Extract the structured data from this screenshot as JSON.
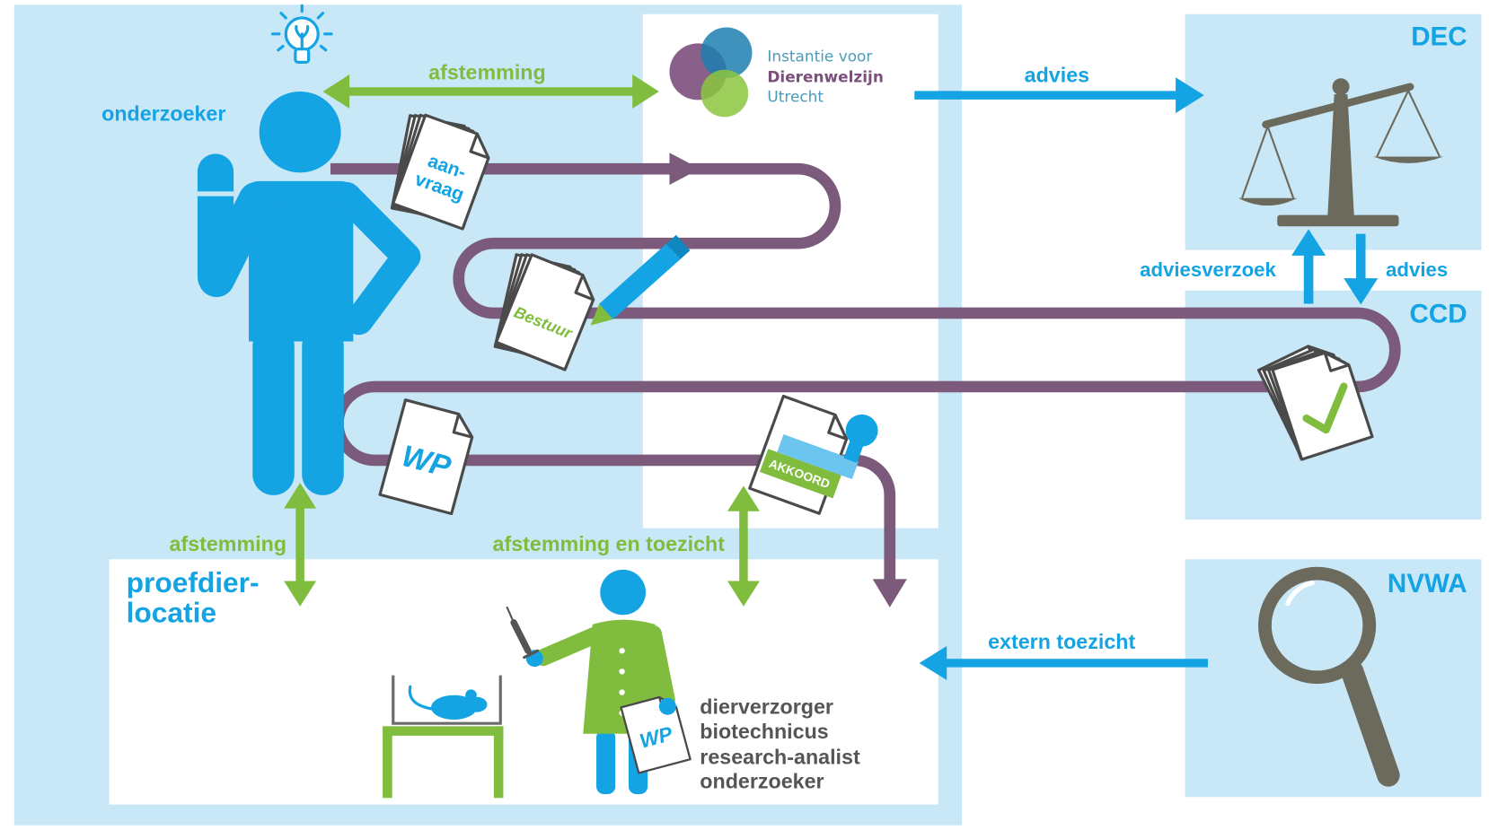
{
  "colors": {
    "background_light_blue": "#c8e8f8",
    "blue": "#14a3e3",
    "green": "#80bc3d",
    "purple": "#7b5a7b",
    "gray_text": "#555555",
    "gray_icon": "#6c6a5c"
  },
  "header_logo": {
    "line1": "Instantie voor",
    "line2": "Dierenwelzijn",
    "line3": "Utrecht"
  },
  "researcher": {
    "label": "onderzoeker"
  },
  "flows": {
    "afstemming_top": "afstemming",
    "advies_to_dec": "advies",
    "adviesverzoek": "adviesverzoek",
    "advies_from_dec": "advies",
    "afstemming_bottom": "afstemming",
    "afstemming_en_toezicht": "afstemming en toezicht",
    "extern_toezicht": "extern toezicht"
  },
  "bodies": {
    "dec": "DEC",
    "ccd": "CCD",
    "nvwa": "NVWA"
  },
  "location": {
    "title_line1": "proefdier-",
    "title_line2": "locatie",
    "roles": [
      "dierverzorger",
      "biotechnicus",
      "research-analist",
      "onderzoeker"
    ]
  },
  "documents": {
    "aanvraag": [
      "aan-",
      "vraag"
    ],
    "bestuur": "Bestuur",
    "werkprotocol": "WP",
    "akkoord": "AKKOORD",
    "lab_werkprotocol": "WP"
  },
  "icons": [
    "lightbulb-icon",
    "researcher-figure-icon",
    "document-stack-icon",
    "pencil-icon",
    "stamp-icon",
    "checkmark-document-icon",
    "balance-scale-icon",
    "magnifying-glass-icon",
    "lab-worker-icon",
    "syringe-icon",
    "mouse-cage-icon"
  ]
}
